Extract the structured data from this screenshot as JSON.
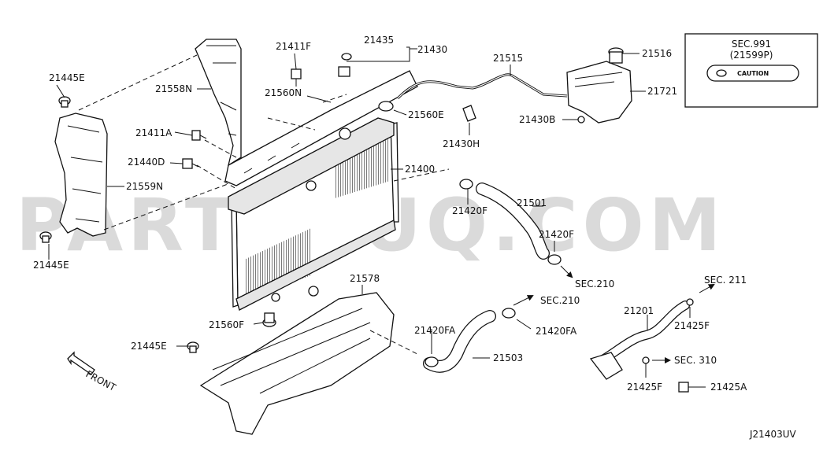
{
  "watermark": "PARTSOUQ.COM",
  "diagram_code": "J21403UV",
  "front_label": "FRONT",
  "sec_box": {
    "title": "SEC.991",
    "subtitle": "(21599P)",
    "caution": "CAUTION"
  },
  "labels": {
    "l21445E_top": "21445E",
    "l21558N": "21558N",
    "l21411A": "21411A",
    "l21440D": "21440D",
    "l21559N": "21559N",
    "l21445E_bot": "21445E",
    "l21411F": "21411F",
    "l21560N": "21560N",
    "l21435": "21435",
    "l21430": "21430",
    "l21560E": "21560E",
    "l21515": "21515",
    "l21516": "21516",
    "l21721": "21721",
    "l21430B": "21430B",
    "l21430H": "21430H",
    "l21400": "21400",
    "l21420F_a": "21420F",
    "l21501": "21501",
    "l21420F_b": "21420F",
    "sec210_a": "SEC.210",
    "l21578": "21578",
    "l21560F": "21560F",
    "l21445E_mid": "21445E",
    "sec210_b": "SEC.210",
    "l21420FA_a": "21420FA",
    "l21420FA_b": "21420FA",
    "l21503": "21503",
    "sec211": "SEC. 211",
    "l21201": "21201",
    "l21425F_a": "21425F",
    "sec310": "SEC. 310",
    "l21425F_b": "21425F",
    "l21425A": "21425A"
  }
}
